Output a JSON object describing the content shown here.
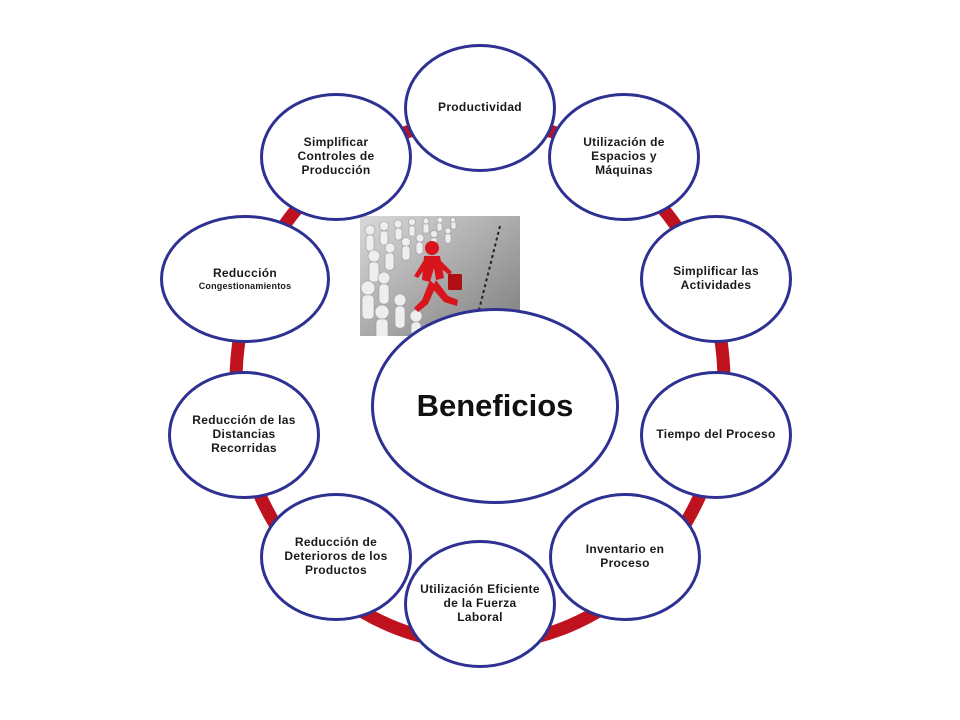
{
  "diagram": {
    "center_label": "Beneficios",
    "ring_color": "#c0111f",
    "border_color": "#2e3192",
    "image": "runner-breaking-away-from-crowd",
    "nodes": [
      {
        "label": "Productividad"
      },
      {
        "label": "Utilización de Espacios y Máquinas"
      },
      {
        "label": "Simplificar las Actividades"
      },
      {
        "label": "Tiempo del Proceso"
      },
      {
        "label": "Inventario en Proceso"
      },
      {
        "label": "Utilización Eficiente de la Fuerza Laboral"
      },
      {
        "label": "Reducción de Deterioros de los Productos"
      },
      {
        "label": "Reducción de las Distancias Recorridas"
      },
      {
        "label": "Reducción",
        "sublabel": "Congestionamientos"
      },
      {
        "label": "Simplificar Controles de Producción"
      }
    ]
  }
}
